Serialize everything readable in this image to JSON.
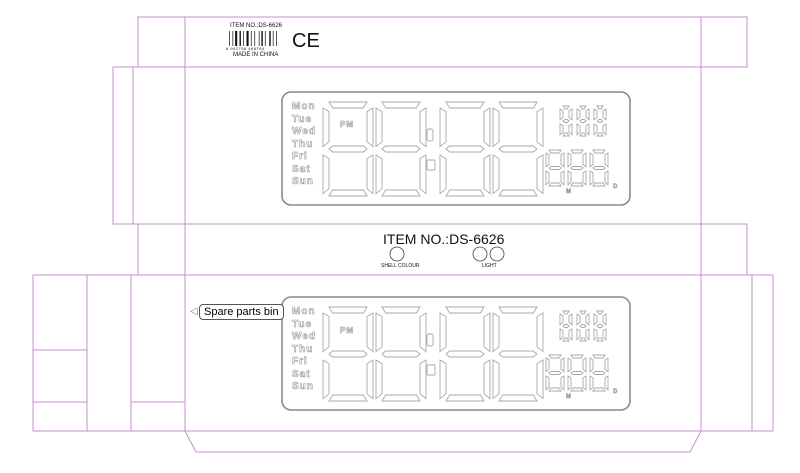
{
  "barcode": {
    "item_no": "ITEM NO.:DS-6626",
    "digits": "6 942756 466764",
    "origin": "MADE IN CHINA"
  },
  "ce_mark": "CE",
  "side_panel": {
    "item_no": "ITEM NO.:DS-6626",
    "shell_colour_label": "SHELL COLOUR",
    "light_label": "LIGHT"
  },
  "spare_parts_label": "Spare parts bin",
  "lcd": {
    "days": [
      "Mon",
      "Tue",
      "Wed",
      "Thu",
      "Fri",
      "Sat",
      "Sun"
    ],
    "pm_label": "PM",
    "month_label": "M",
    "day_label": "D"
  },
  "colors": {
    "dieline": "#c58fcc",
    "lcd_outline": "#8a8a8a"
  }
}
